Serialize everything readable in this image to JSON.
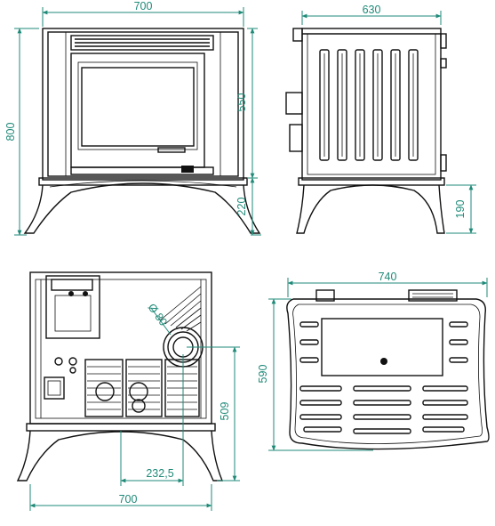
{
  "colors": {
    "dimension": "#1f8a78",
    "linework": "#111111",
    "background": "#ffffff"
  },
  "views": {
    "front": {
      "width_label": "700",
      "height_label": "800",
      "body_label": "550",
      "legs_label": "220"
    },
    "side": {
      "depth_label": "630",
      "legs_label": "190"
    },
    "rear": {
      "diameter_label": "Ø 80",
      "flue_height_label": "509",
      "flue_offset_label": "232,5",
      "width_label": "700"
    },
    "top": {
      "width_label": "740",
      "depth_label": "590"
    }
  }
}
